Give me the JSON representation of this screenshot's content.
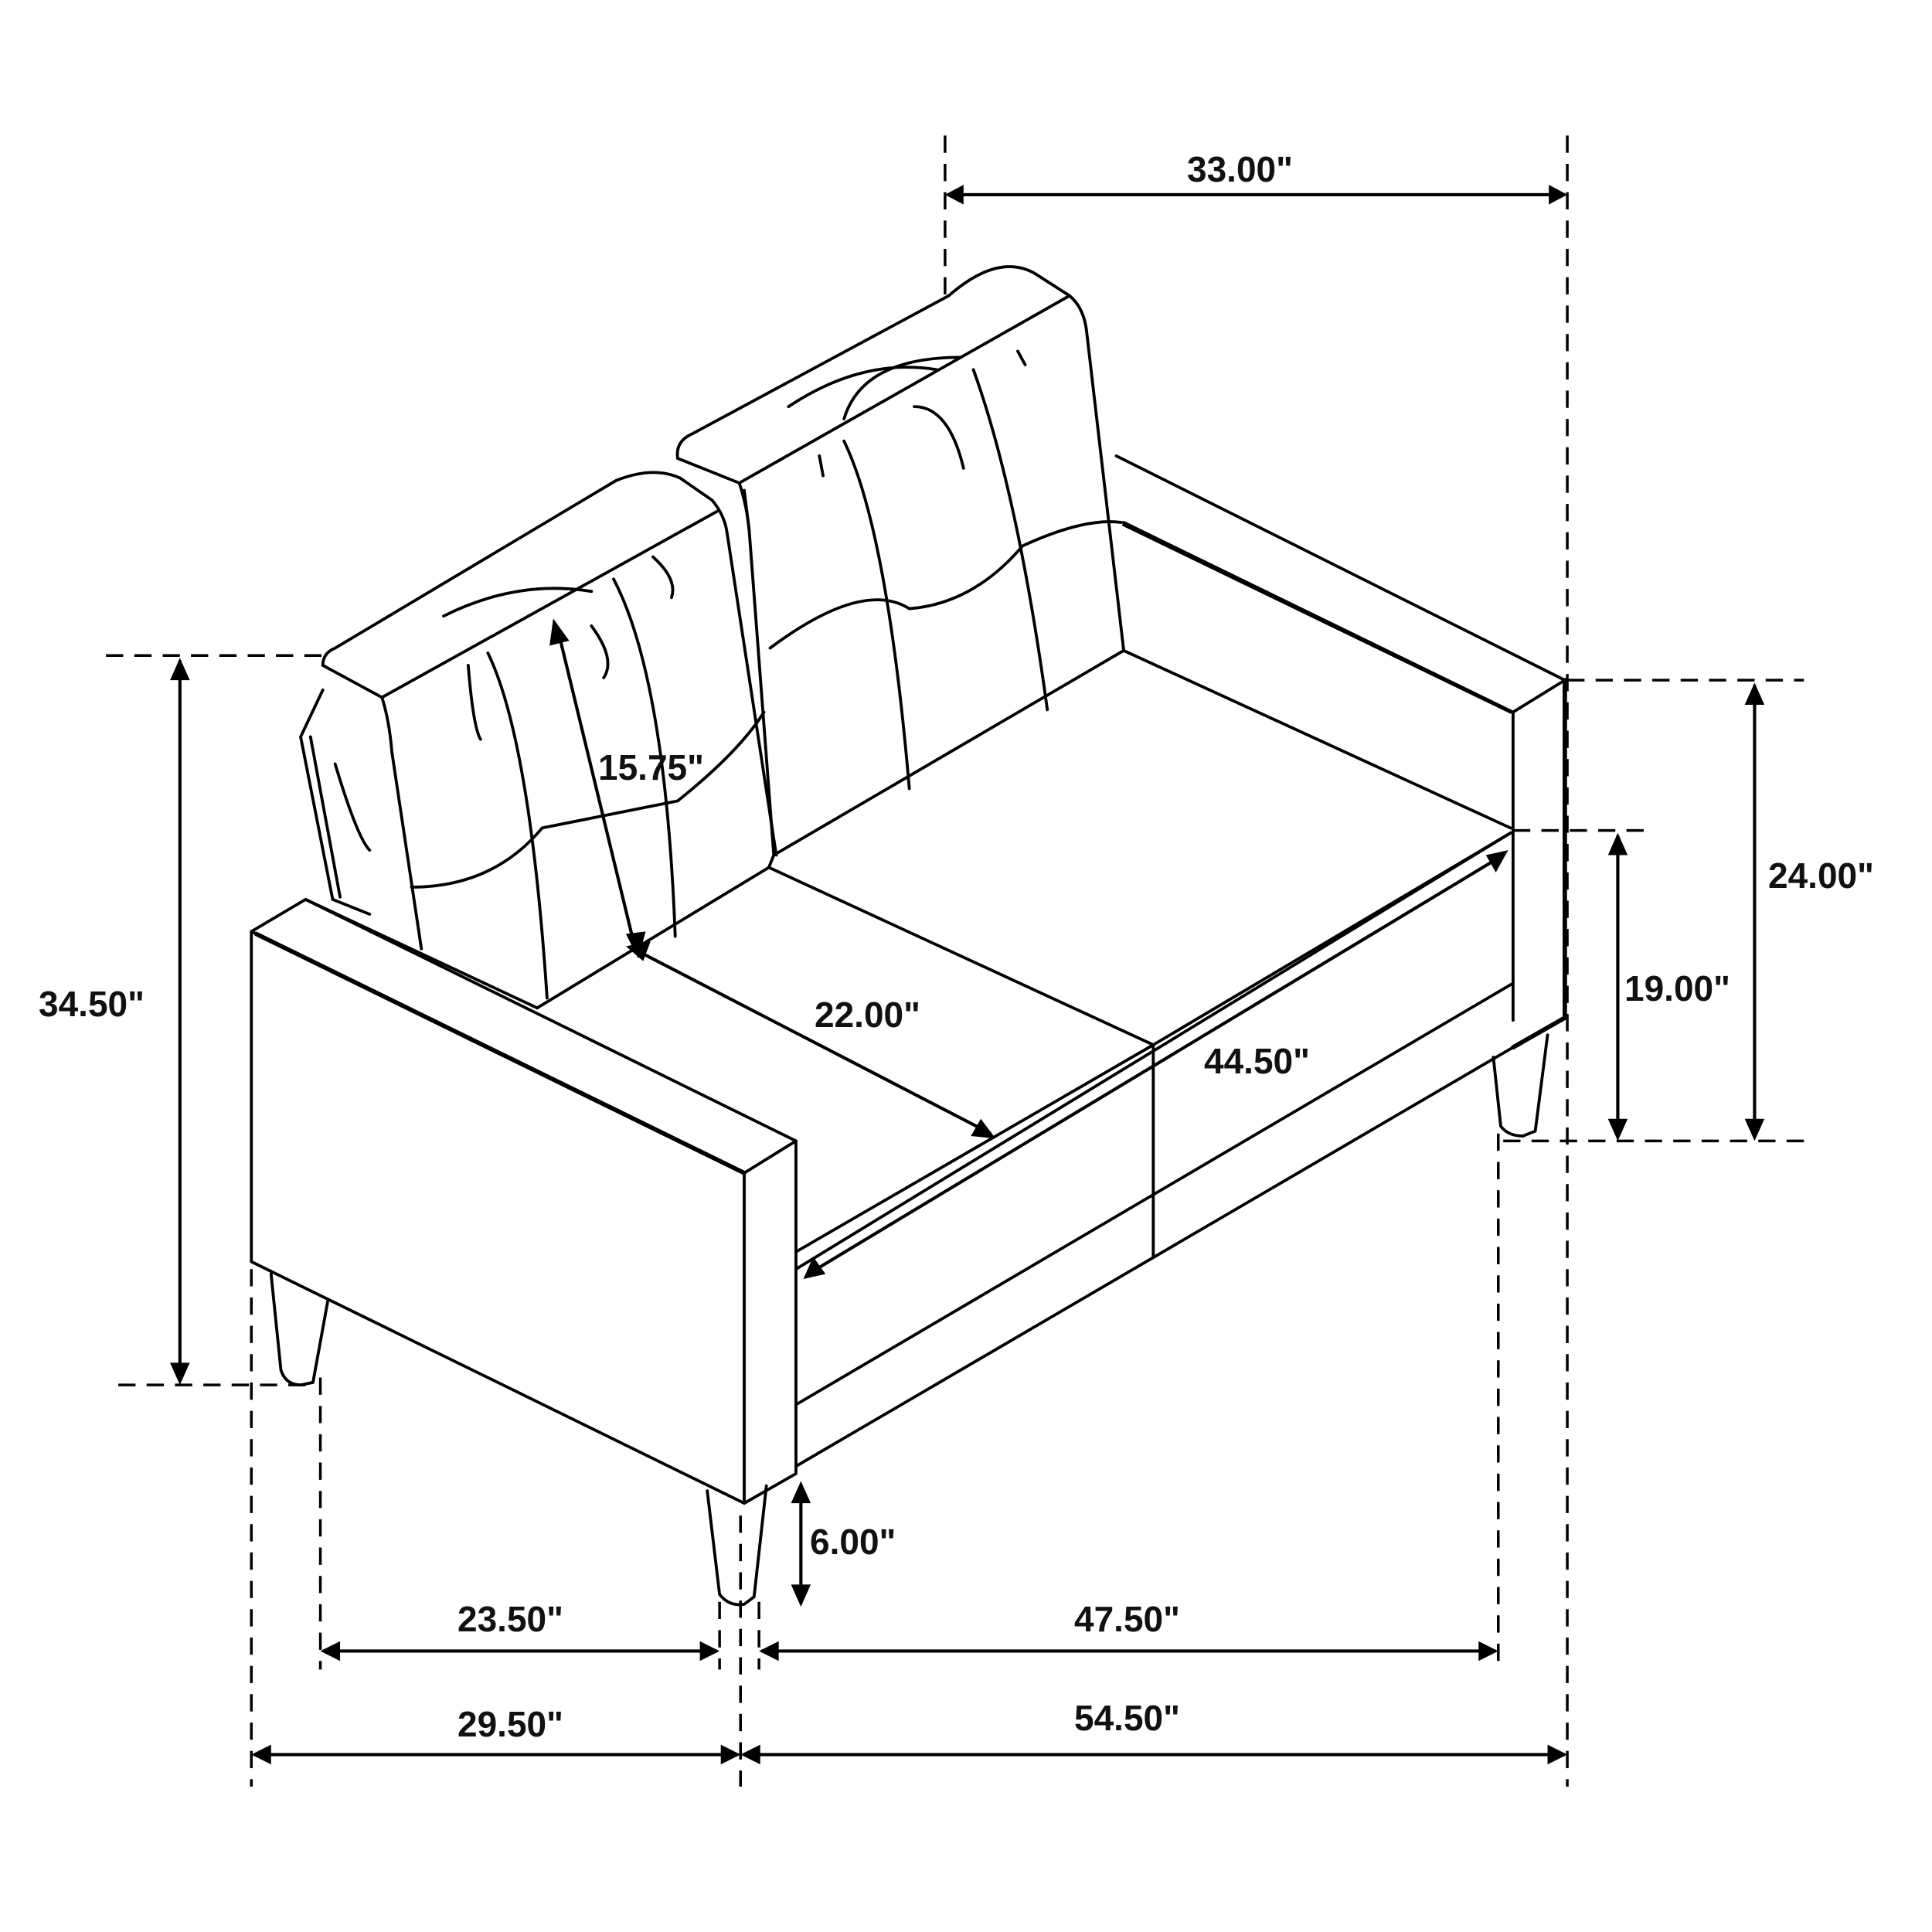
{
  "diagram": {
    "title": "Loveseat dimension drawing",
    "colors": {
      "line": "#000000",
      "background": "#ffffff",
      "text": "#111111"
    },
    "dimensions": {
      "back_depth_top": "33.00\"",
      "overall_height": "34.50\"",
      "back_cushion_height": "15.75\"",
      "seat_depth": "22.00\"",
      "seat_width": "44.50\"",
      "arm_height": "24.00\"",
      "seat_height": "19.00\"",
      "leg_height": "6.00\"",
      "leg_to_leg_depth": "23.50\"",
      "leg_to_leg_width": "47.50\"",
      "overall_depth": "29.50\"",
      "overall_width": "54.50\""
    }
  }
}
